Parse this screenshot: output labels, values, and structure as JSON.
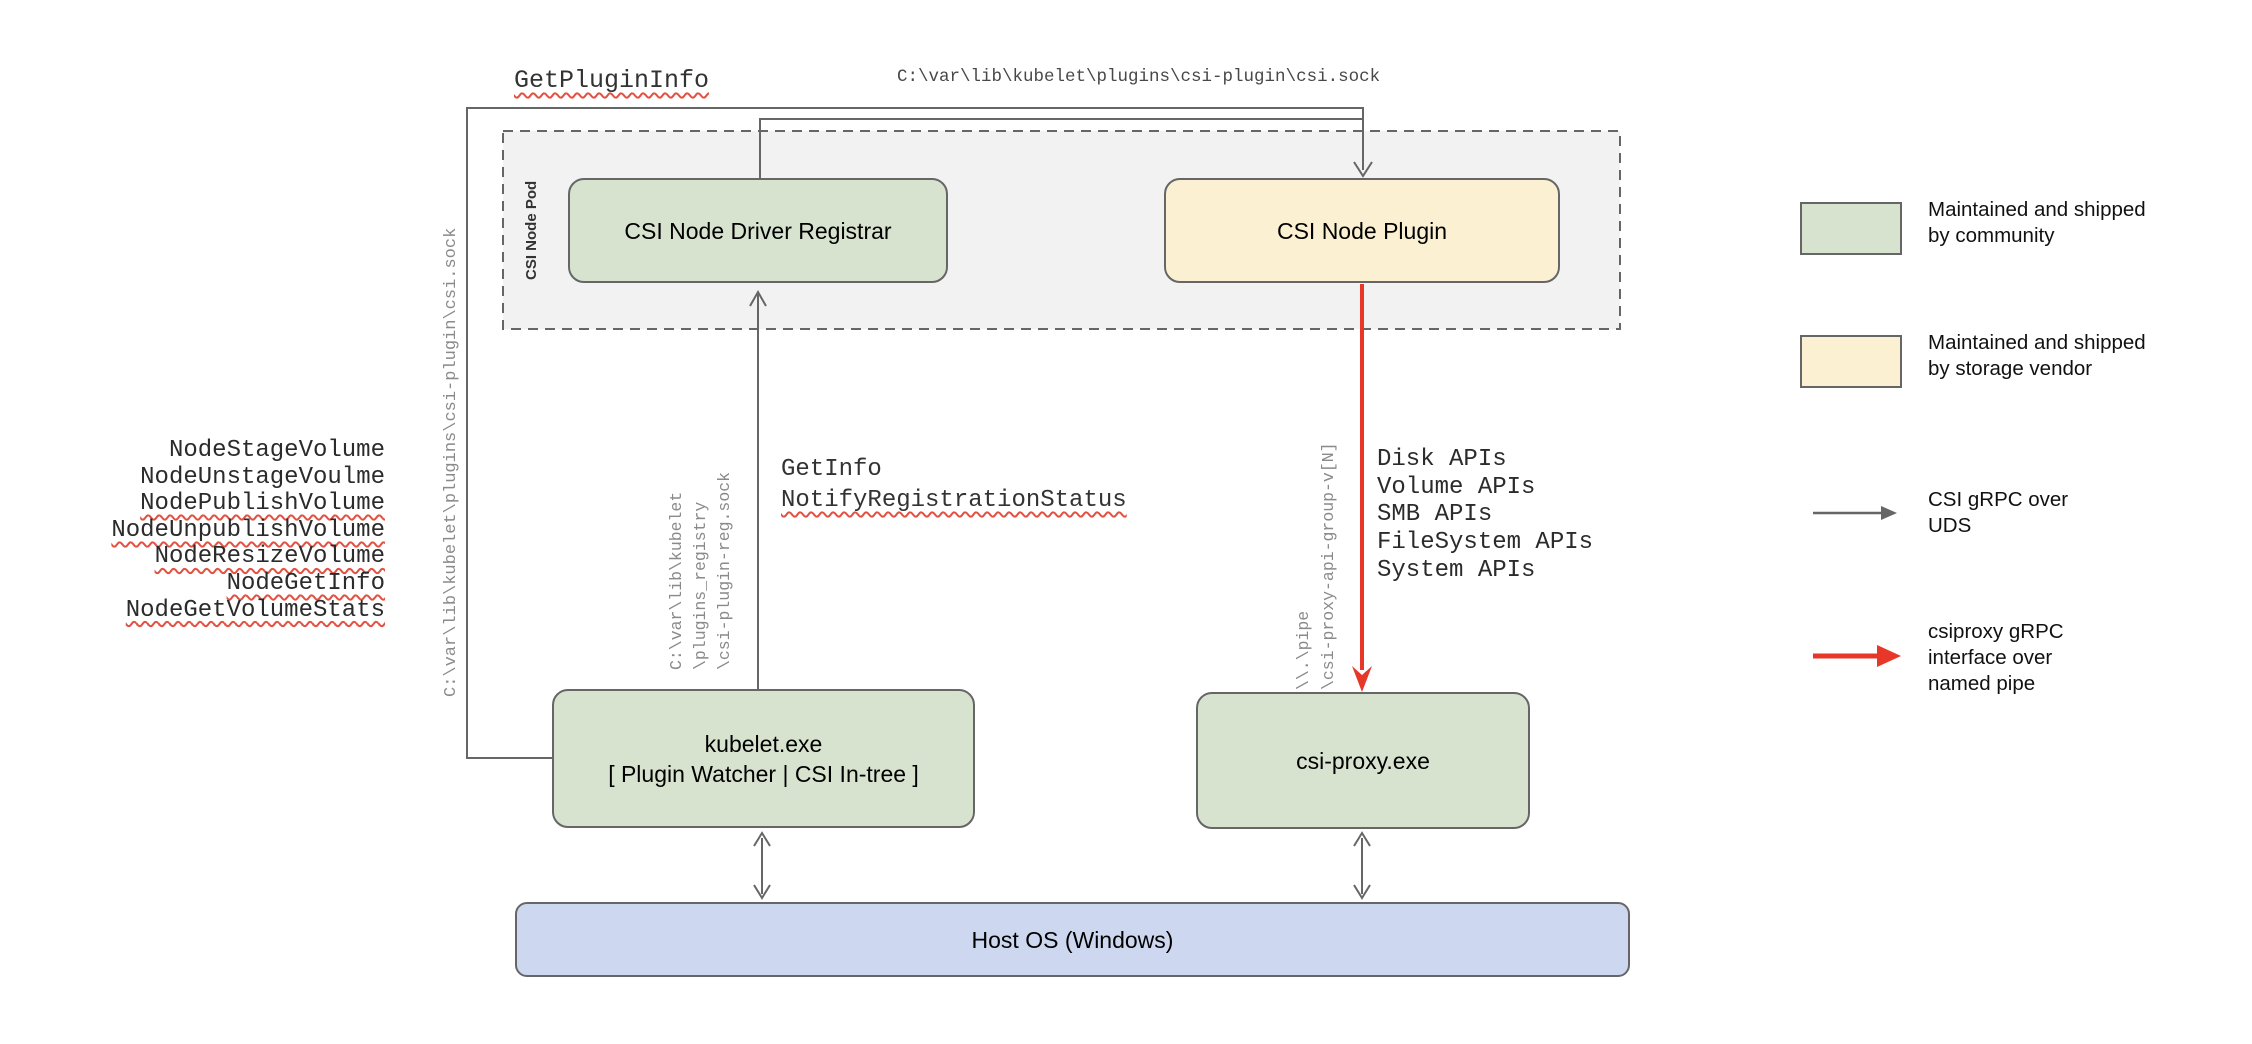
{
  "pod": {
    "label": "CSI Node Pod"
  },
  "boxes": {
    "registrar": "CSI Node Driver Registrar",
    "plugin": "CSI Node Plugin",
    "kubelet_title": "kubelet.exe",
    "kubelet_subtitle": "[ Plugin Watcher | CSI In-tree ]",
    "csi_proxy": "csi-proxy.exe",
    "host_os": "Host OS (Windows)"
  },
  "labels": {
    "get_plugin_info": "GetPluginInfo",
    "csi_sock_top": "C:\\var\\lib\\kubelet\\plugins\\csi-plugin\\csi.sock",
    "csi_sock_left": "C:\\var\\lib\\kubelet\\plugins\\csi-plugin\\csi.sock",
    "reg_sock_line1": "C:\\var\\lib\\kubelet",
    "reg_sock_line2": "\\plugins_registry",
    "reg_sock_line3": "\\csi-plugin-reg.sock",
    "get_info": "GetInfo",
    "notify_registration_status": "NotifyRegistrationStatus",
    "pipe_line1": "\\\\.\\pipe",
    "pipe_line2": "\\csi-proxy-api-group-v[N]"
  },
  "node_rpcs": [
    "NodeStageVolume",
    "NodeUnstageVoulme",
    "NodePublishVolume",
    "NodeUnpublishVolume",
    "NodeResizeVolume",
    "NodeGetInfo",
    "NodeGetVolumeStats"
  ],
  "proxy_apis": [
    "Disk APIs",
    "Volume APIs",
    "SMB APIs",
    "FileSystem APIs",
    "System APIs"
  ],
  "legend": {
    "community_line1": "Maintained and shipped",
    "community_line2": "by community",
    "vendor_line1": "Maintained and shipped",
    "vendor_line2": "by storage vendor",
    "uds_line1": "CSI gRPC over",
    "uds_line2": "UDS",
    "namedpipe_line1": "csiproxy gRPC",
    "namedpipe_line2": "interface over",
    "namedpipe_line3": "named pipe"
  },
  "colors": {
    "community_fill": "#d7e3cf",
    "vendor_fill": "#fbf1d2",
    "host_fill": "#cdd8f0",
    "pod_fill": "#f2f2f2",
    "line_gray": "#666666",
    "arrow_red": "#e63728",
    "squiggle_red": "#e25141"
  }
}
